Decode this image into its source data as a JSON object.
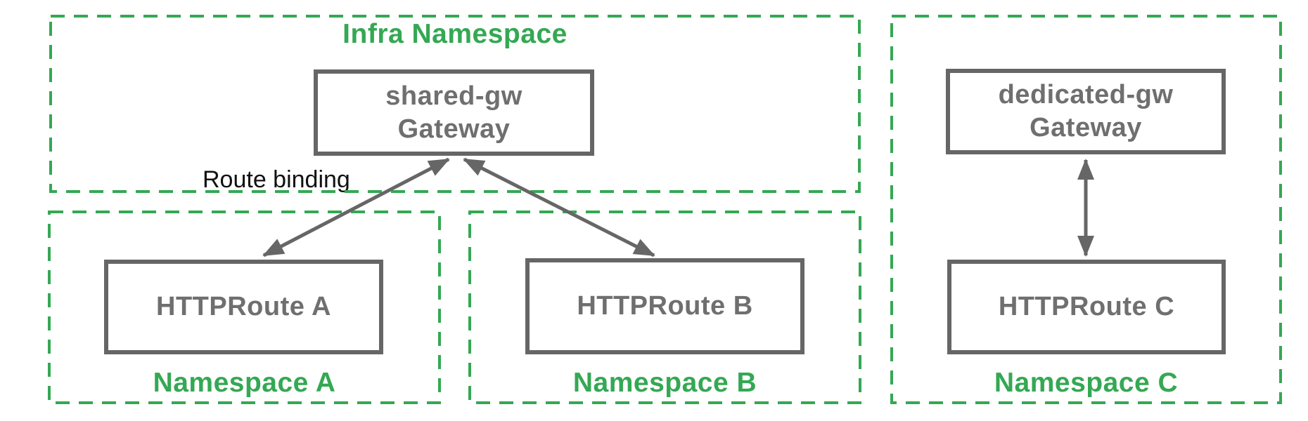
{
  "colors": {
    "namespace_green": "#34A853",
    "box_border_gray": "#666666",
    "box_text_gray": "#6f6f6f",
    "annotation_black": "#111111",
    "background": "#ffffff"
  },
  "infra_namespace": {
    "title": "Infra Namespace",
    "gateway_name": "shared-gw",
    "gateway_kind": "Gateway"
  },
  "namespace_a": {
    "title": "Namespace A",
    "route": "HTTPRoute A"
  },
  "namespace_b": {
    "title": "Namespace B",
    "route": "HTTPRoute B"
  },
  "namespace_c": {
    "title": "Namespace C",
    "gateway_name": "dedicated-gw",
    "gateway_kind": "Gateway",
    "route": "HTTPRoute C"
  },
  "annotations": {
    "route_binding": "Route binding"
  }
}
